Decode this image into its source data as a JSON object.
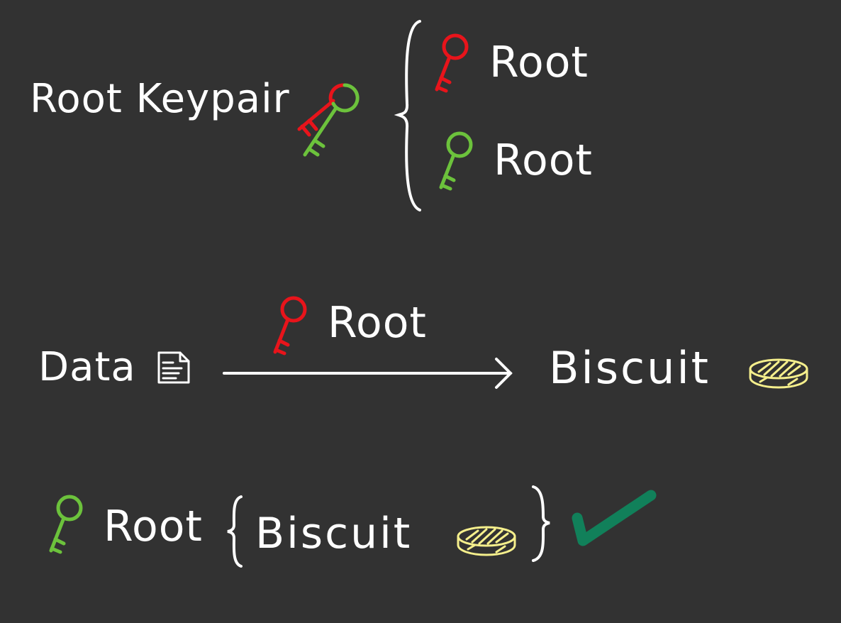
{
  "colors": {
    "background": "#323232",
    "text": "#ffffff",
    "private_key": "#e8141b",
    "public_key": "#6cc23c",
    "biscuit": "#f5ef8c",
    "check": "#11805a"
  },
  "keypair": {
    "title": "Root Keypair",
    "icon": "red-green-key-icon",
    "private": {
      "icon": "red-key-icon",
      "label": "Root"
    },
    "public": {
      "icon": "green-key-icon",
      "label": "Root"
    }
  },
  "signing": {
    "input_label": "Data",
    "input_icon": "document-icon",
    "key_icon": "red-key-icon",
    "key_label": "Root",
    "output_label": "Biscuit",
    "output_icon": "biscuit-icon"
  },
  "verify": {
    "key_icon": "green-key-icon",
    "key_label": "Root",
    "token_label": "Biscuit",
    "token_icon": "biscuit-icon",
    "result_icon": "checkmark-icon"
  }
}
